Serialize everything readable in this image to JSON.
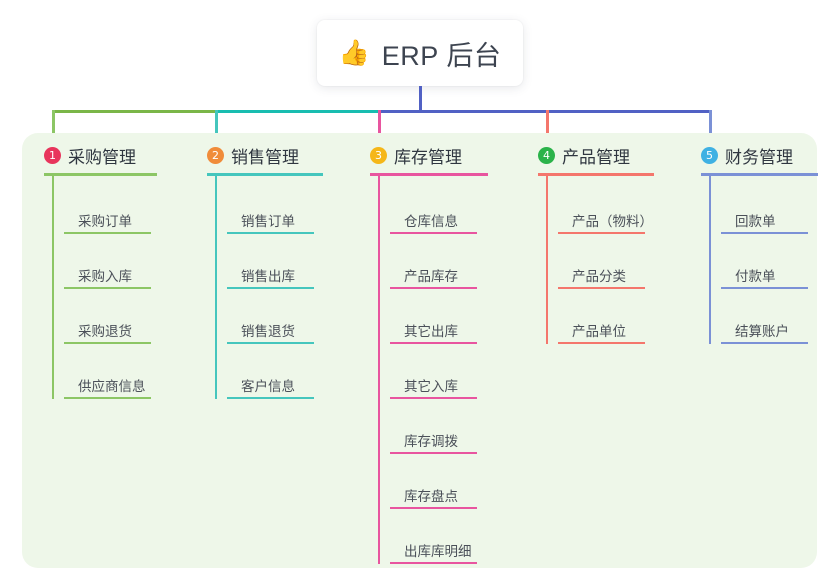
{
  "root": {
    "icon": "thumbs-up-icon",
    "icon_glyph": "👍",
    "title": "ERP 后台"
  },
  "diagram": {
    "type": "org-tree",
    "background": "#ffffff",
    "panel_color": "#eef7e9",
    "root_connector_color": "#5161c4"
  },
  "columns": [
    {
      "index": "1",
      "title": "采购管理",
      "badge_color": "#e8355c",
      "line_color": "#8cc濃",
      "accent": "#8cc665",
      "bus_color": "#7ab648",
      "items": [
        "采购订单",
        "采购入库",
        "采购退货",
        "供应商信息"
      ]
    },
    {
      "index": "2",
      "title": "销售管理",
      "badge_color": "#f08c3a",
      "accent": "#45c6bd",
      "bus_color": "#18bdb0",
      "items": [
        "销售订单",
        "销售出库",
        "销售退货",
        "客户信息"
      ]
    },
    {
      "index": "3",
      "title": "库存管理",
      "badge_color": "#f5b719",
      "accent": "#e8559f",
      "bus_color": "#5161c4",
      "items": [
        "仓库信息",
        "产品库存",
        "其它出库",
        "其它入库",
        "库存调拨",
        "库存盘点",
        "出库库明细"
      ]
    },
    {
      "index": "4",
      "title": "产品管理",
      "badge_color": "#2bb34a",
      "accent": "#f4766c",
      "bus_color": "#5161c4",
      "items": [
        "产品（物料）",
        "产品分类",
        "产品单位"
      ]
    },
    {
      "index": "5",
      "title": "财务管理",
      "badge_color": "#3fb1e3",
      "accent": "#7b91d6",
      "bus_color": "#5161c4",
      "items": [
        "回款单",
        "付款单",
        "结算账户"
      ]
    }
  ]
}
